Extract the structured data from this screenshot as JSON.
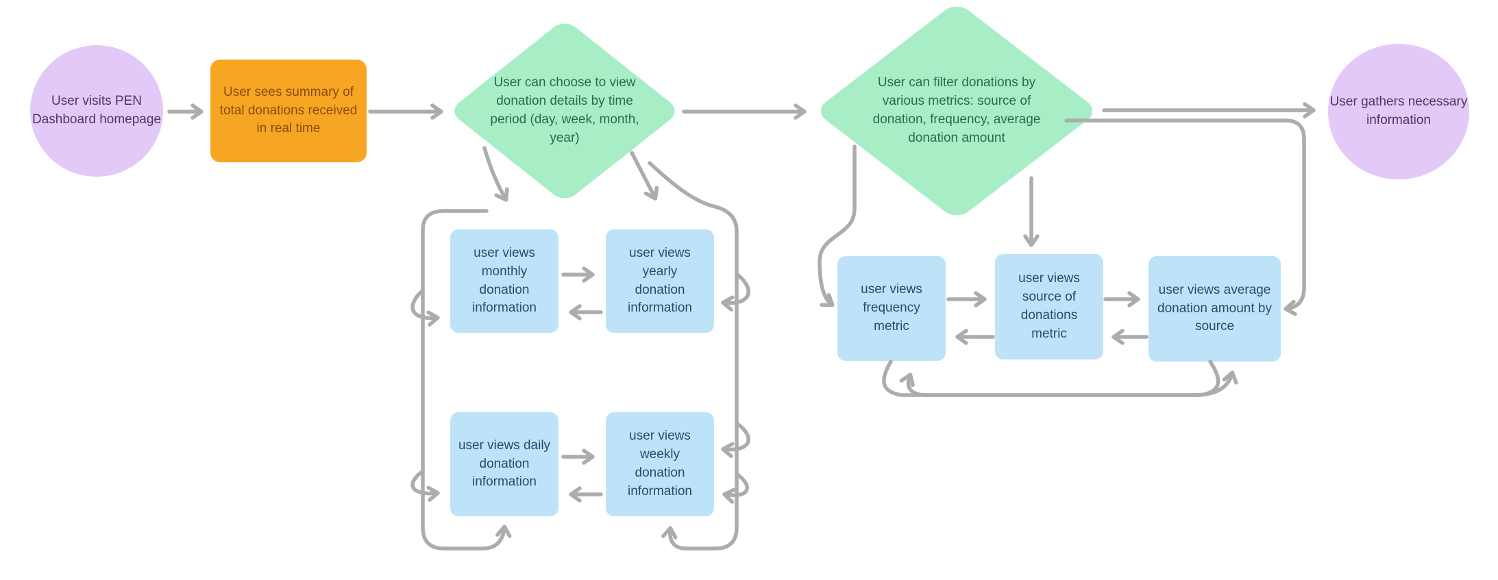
{
  "diagram": {
    "type": "flowchart",
    "nodes": {
      "start": {
        "shape": "ellipse",
        "label": "User visits PEN Dashboard homepage"
      },
      "summary": {
        "shape": "rect",
        "label": "User sees summary of total donations received in real time"
      },
      "d1": {
        "shape": "diamond",
        "label": "User can choose to view donation details by time period (day, week, month, year)"
      },
      "d2": {
        "shape": "diamond",
        "label": "User can filter donations by various metrics: source of donation, frequency, average donation amount"
      },
      "end": {
        "shape": "ellipse",
        "label": "User gathers necessary information"
      },
      "monthly": {
        "shape": "rect",
        "label": "user views monthly donation information"
      },
      "yearly": {
        "shape": "rect",
        "label": "user views yearly donation information"
      },
      "daily": {
        "shape": "rect",
        "label": "user views daily donation information"
      },
      "weekly": {
        "shape": "rect",
        "label": "user views weekly donation information"
      },
      "frequency": {
        "shape": "rect",
        "label": "user views frequency metric"
      },
      "source": {
        "shape": "rect",
        "label": "user views source of donations metric"
      },
      "average": {
        "shape": "rect",
        "label": "user views average donation amount by source"
      }
    },
    "connections": [
      {
        "from": "start",
        "to": "summary"
      },
      {
        "from": "summary",
        "to": "d1"
      },
      {
        "from": "d1",
        "to": "d2"
      },
      {
        "from": "d2",
        "to": "end"
      },
      {
        "from": "d1",
        "to": "monthly"
      },
      {
        "from": "d1",
        "to": "yearly"
      },
      {
        "from": "d1",
        "to": "daily",
        "via": "left-rail"
      },
      {
        "from": "d1",
        "to": "weekly",
        "via": "right-rail"
      },
      {
        "from": "monthly",
        "to": "yearly",
        "bidirectional": true
      },
      {
        "from": "daily",
        "to": "weekly",
        "bidirectional": true
      },
      {
        "from": "d2",
        "to": "frequency"
      },
      {
        "from": "d2",
        "to": "source"
      },
      {
        "from": "d2",
        "to": "average",
        "via": "right-route"
      },
      {
        "from": "frequency",
        "to": "source",
        "bidirectional": true
      },
      {
        "from": "source",
        "to": "average",
        "bidirectional": true
      },
      {
        "from": "frequency",
        "to": "average",
        "via": "bottom-loop",
        "bidirectional": true
      }
    ],
    "colors": {
      "ellipse_fill": "#e3c9f7",
      "ellipse_text": "#473a5e",
      "rect_fill": "#f6a622",
      "rect_text": "#8a4c10",
      "diamond_fill": "#a7edc6",
      "diamond_text": "#2d6a4d",
      "blue_fill": "#bee3f8",
      "blue_text": "#2c4a66",
      "arrow": "#acacac",
      "background": "#ffffff"
    }
  }
}
